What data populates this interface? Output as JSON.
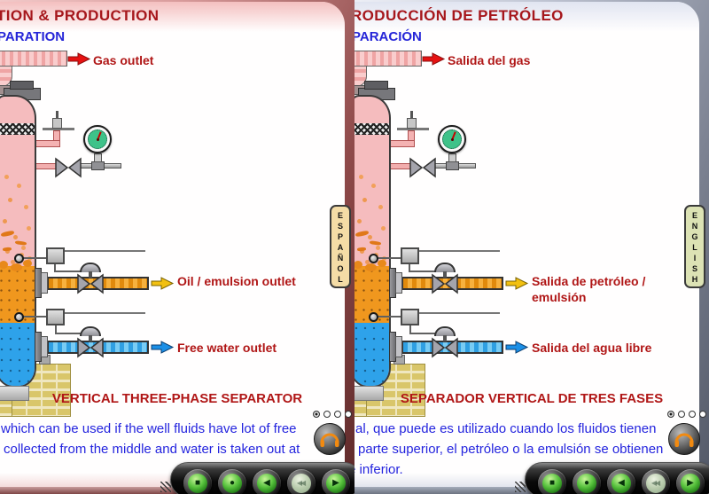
{
  "panels": [
    {
      "language": "english",
      "header_title": "TION & PRODUCTION",
      "subtitle": "PARATION",
      "gas_label": "Gas outlet",
      "oil_label_line1": "Oil / emulsion outlet",
      "oil_label_line2": "",
      "water_label": "Free water outlet",
      "diagram_title": "VERTICAL THREE-PHASE SEPARATOR",
      "language_tab": "ESPAÑOL",
      "paragraph_line1": "which can be used if the well fluids have lot of free",
      "paragraph_line2": "collected from the middle and water is taken out at",
      "paragraph_line3": ""
    },
    {
      "language": "spanish",
      "header_title": "RODUCCIÓN DE PETRÓLEO",
      "subtitle": "PARACIÓN",
      "gas_label": "Salida del gas",
      "oil_label_line1": "Salida de petróleo /",
      "oil_label_line2": "emulsión",
      "water_label": "Salida del agua libre",
      "diagram_title": "SEPARADOR VERTICAL DE TRES FASES",
      "language_tab": "ENGLISH",
      "paragraph_line1": "al, que puede es utilizado cuando los fluidos tienen",
      "paragraph_line2": "parte superior, el petróleo o la emulsión se obtienen",
      "paragraph_line3": "e inferior."
    }
  ],
  "nav": {
    "buttons": [
      {
        "name": "stop",
        "glyph": "■",
        "disabled": false
      },
      {
        "name": "record",
        "glyph": "●",
        "disabled": false
      },
      {
        "name": "back",
        "glyph": "◀",
        "disabled": false
      },
      {
        "name": "rewind",
        "glyph": "◀◀",
        "disabled": true
      },
      {
        "name": "play",
        "glyph": "▶",
        "disabled": false
      }
    ]
  },
  "pagination": {
    "count": 4,
    "active_index": 0
  },
  "colors": {
    "title_red": "#A6171C",
    "label_red": "#B01616",
    "subtitle_blue": "#2525D8",
    "paragraph_blue": "#2424DE",
    "oil": "#F0971E",
    "water": "#2EA2EA",
    "vessel_pink": "#F5BCBE",
    "gas_arrow_red": "#E61212",
    "oil_arrow_yellow": "#F2C011",
    "water_arrow_blue": "#1B8FE6",
    "gauge_green": "#3EC289",
    "tab_spanish_bg": "#F4DCA6",
    "tab_english_bg": "#DCE2B4"
  }
}
